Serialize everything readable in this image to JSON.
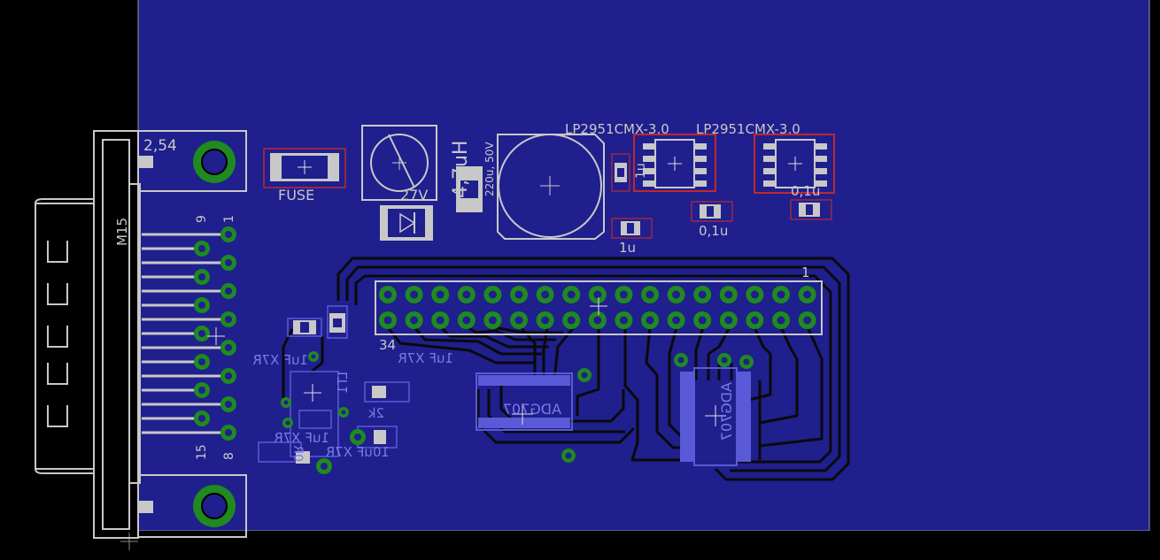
{
  "colors": {
    "background": "#000000",
    "board": "#1f1f8e",
    "copper_trace": "#0a0a0a",
    "pad_ring": "#1f8a1f",
    "silkscreen": "#c8c8c8",
    "selection": "#c0282d",
    "bottom_layer": "#5a5ad8"
  },
  "connector": {
    "name": "M15",
    "pin_top_left": "9",
    "pin_top_right": "1",
    "pin_bottom_left": "15",
    "pin_bottom_right": "8"
  },
  "labels": {
    "pitch": "2,54",
    "fuse": "FUSE",
    "zener_voltage": "27V",
    "inductor": "4,7uH",
    "electrolytic": "220u, 50V",
    "regulator_a": "LP2951CMX-3,0",
    "regulator_b": "LP2951CMX-3,0",
    "cap_1u_a": "1u",
    "cap_1u_b": "1u",
    "cap_01u_a": "0,1u",
    "cap_01u_b": "0,1u",
    "header_pin_1": "1",
    "header_pin_34": "34",
    "cap_x7r_a": "1uF X7R",
    "cap_x7r_b": "1uF X7R",
    "cap_x7r_c": "1uF X7R",
    "cap_10uf": "10uF X7R",
    "res_2k": "2k",
    "res_lt": "LT1",
    "res_0r": "0R",
    "mux_a": "ADG707",
    "mux_b": "ADG707"
  }
}
